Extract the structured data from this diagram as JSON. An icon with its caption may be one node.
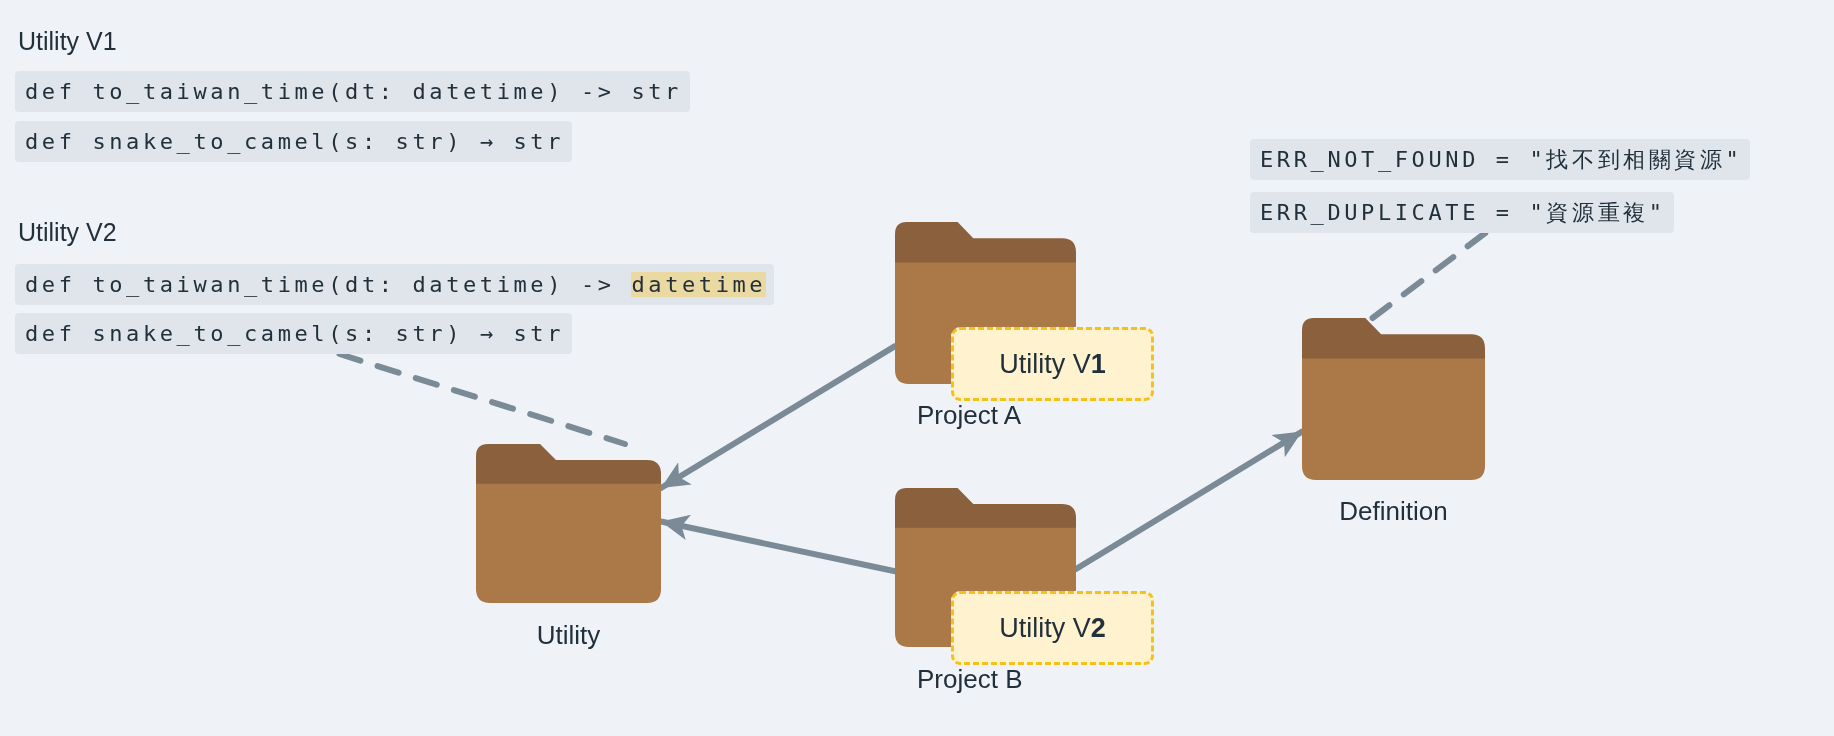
{
  "diagram": {
    "nodes": [
      {
        "text": [
          "def to_taiwan_time(dt: datetime) -> str"
        ]
      },
      {
        "text": [
          "def snake_to_camel(s: str) → str"
        ]
      },
      {
        "text": [
          "def to_taiwan_time(dt: datetime) -> datetime"
        ]
      },
      {
        "text": [
          "def snake_to_camel(s: str) → str"
        ]
      },
      {
        "text": [
          "ERR_NOT_FOUND = \"找不到相關資源\""
        ]
      },
      {
        "text": [
          "ERR_DUPLICATE = \"資源重複\""
        ]
      },
      {
        "text": [
          "Project A"
        ]
      },
      {
        "text": [
          "Utility V**1**"
        ]
      },
      {
        "text": [
          "Utility"
        ]
      },
      {
        "text": [
          "Definition"
        ]
      },
      {
        "text": [
          "Project B"
        ]
      },
      {
        "text": [
          "Utility V**2**"
        ]
      }
    ],
    "edges": [
      {
        "from": 6,
        "to": 8,
        "arrow": "to"
      },
      {
        "from": 10,
        "to": 8,
        "arrow": "to"
      },
      {
        "from": 10,
        "to": 9,
        "arrow": "to"
      },
      {
        "from": 3,
        "to": 8,
        "arrow": "none",
        "style": "dashed"
      },
      {
        "from": 5,
        "to": 9,
        "arrow": "none",
        "style": "dashed"
      }
    ],
    "labels": [
      "Utility V1",
      "Utility V2"
    ]
  }
}
